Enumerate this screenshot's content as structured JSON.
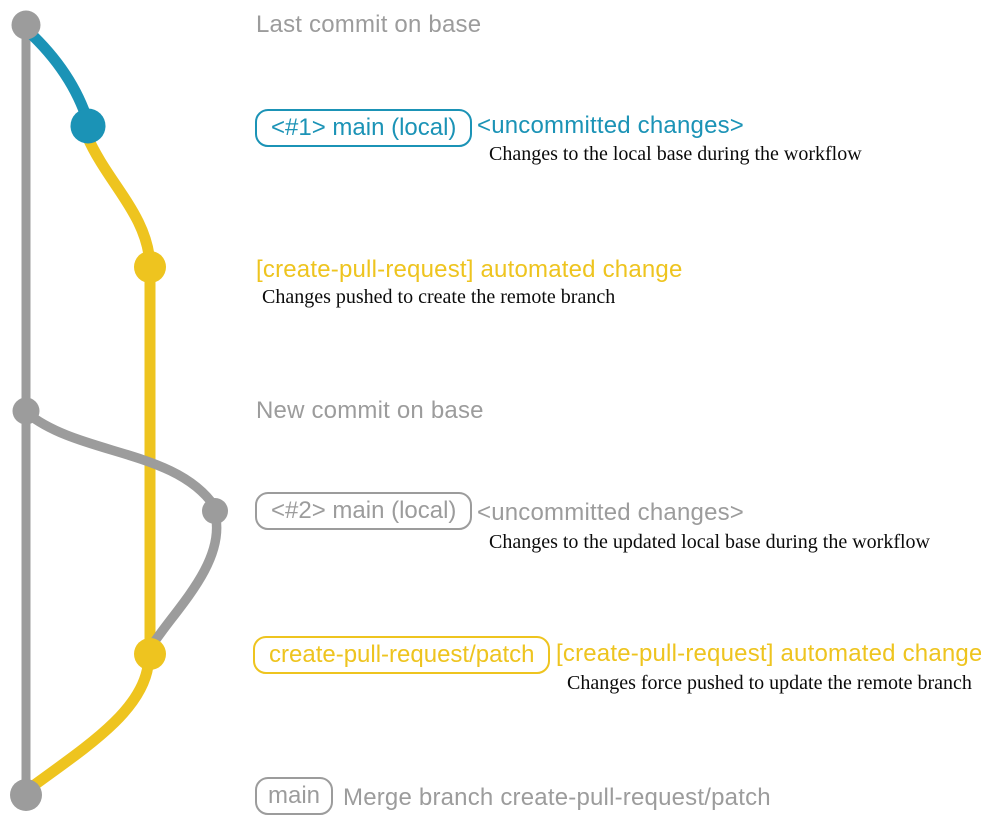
{
  "colors": {
    "gray": "#9c9c9c",
    "blue": "#1b93b6",
    "yellow": "#eec41f",
    "ink": "#0b0b0b",
    "background": "#ffffff"
  },
  "rows": {
    "last_commit": {
      "heading": "Last commit on base"
    },
    "uncommitted1": {
      "badge": "<#1> main (local)",
      "heading": "<uncommitted changes>",
      "description": "Changes to the local base during the workflow"
    },
    "automated1": {
      "heading": "[create-pull-request] automated change",
      "description": "Changes pushed to create the remote branch"
    },
    "new_commit": {
      "heading": "New commit on base"
    },
    "uncommitted2": {
      "badge": "<#2> main (local)",
      "heading": "<uncommitted changes>",
      "description": "Changes to the updated local base during the workflow"
    },
    "automated2": {
      "badge": "create-pull-request/patch",
      "heading": "[create-pull-request] automated change",
      "description": "Changes force pushed to update the remote branch"
    },
    "merge": {
      "badge": "main",
      "heading": "Merge branch create-pull-request/patch"
    }
  }
}
